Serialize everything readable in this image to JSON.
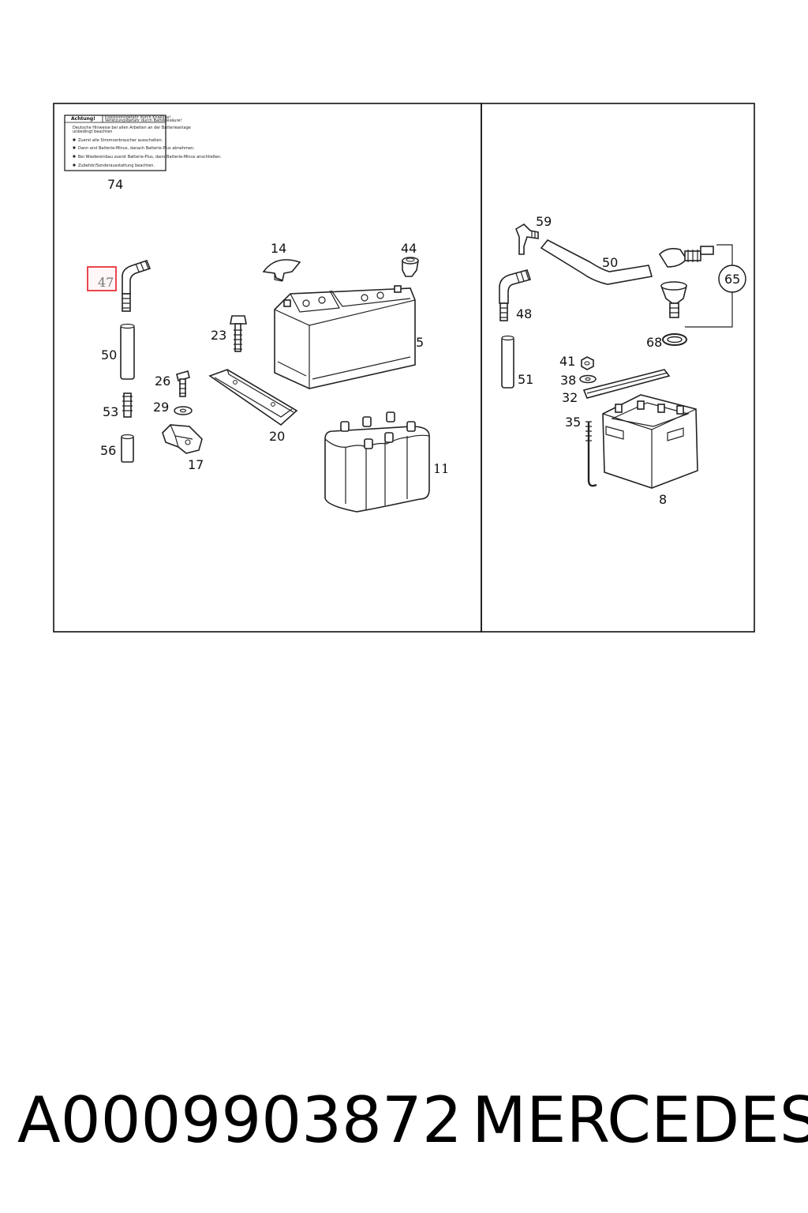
{
  "warning_label": {
    "heading_left": "Achtung!",
    "heading_right_1": "Explosionsgefahr durch Knallgas!",
    "heading_right_2": "Verätzungsgefahr durch Batteriesäure!",
    "lines": [
      "Deutsche Hinweise bei allen Arbeiten an der Batterieanlage",
      "unbedingt beachten",
      "Zuerst alle Stromverbraucher ausschalten.",
      "Dann erst Batterie-Minus, danach Batterie-Plus abnehmen.",
      "Bei Wiedereinbau zuerst Batterie-Plus, dann Batterie-Minus anschließen.",
      "Zubehör/Sonderausstattung beachten."
    ]
  },
  "callouts": {
    "c74": "74",
    "c47": "47",
    "c14": "14",
    "c44": "44",
    "c23": "23",
    "c5": "5",
    "c50a": "50",
    "c26": "26",
    "c29": "29",
    "c53": "53",
    "c20": "20",
    "c56": "56",
    "c17": "17",
    "c11": "11",
    "c59": "59",
    "c50b": "50",
    "c65": "65",
    "c48": "48",
    "c68": "68",
    "c41": "41",
    "c38": "38",
    "c51": "51",
    "c32": "32",
    "c35": "35",
    "c8": "8"
  },
  "highlight_color": "#e8323c",
  "footer": {
    "part_number": "A0009903872",
    "brand": "MERCEDES"
  }
}
